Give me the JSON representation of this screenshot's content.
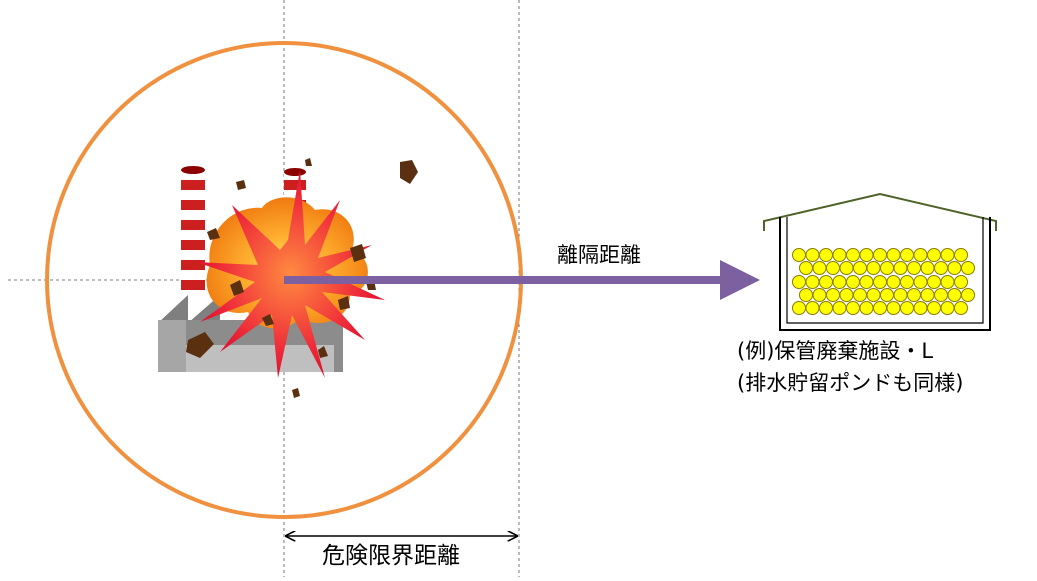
{
  "labels": {
    "separation_distance": "離隔距離",
    "danger_limit_distance": "危険限界距離",
    "example_line1": "(例)保管廃棄施設・L",
    "example_line2": "(排水貯留ポンドも同様)"
  },
  "colors": {
    "danger_circle": "#f0913f",
    "arrow": "#7d60a0",
    "roof": "#4f6228",
    "drum": "#ffff00",
    "drum_outline": "#8a7a00",
    "chimney_red": "#cc1f1f",
    "factory_gray": "#8c8c8c"
  },
  "icons": {
    "explosion": "explosion-icon",
    "factory": "factory-icon",
    "storage": "storage-facility-icon"
  }
}
